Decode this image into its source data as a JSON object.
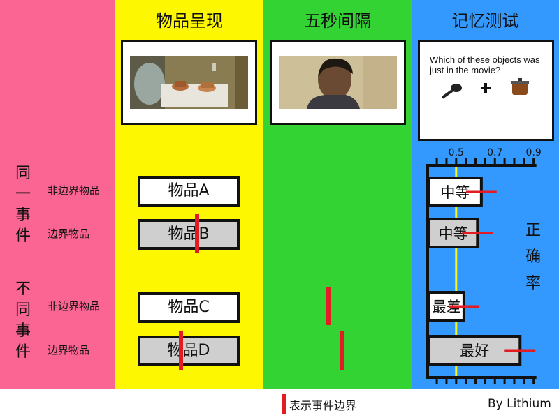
{
  "columns": {
    "presentation": "物品呈现",
    "interval": "五秒间隔",
    "memory_test": "记忆测试"
  },
  "groups": {
    "same_event": "同一事件",
    "different_event": "不同事件"
  },
  "rows": [
    {
      "label": "非边界物品",
      "item": "物品A",
      "accuracy_label": "中等"
    },
    {
      "label": "边界物品",
      "item": "物品B",
      "accuracy_label": "中等"
    },
    {
      "label": "非边界物品",
      "item": "物品C",
      "accuracy_label": "最差"
    },
    {
      "label": "边界物品",
      "item": "物品D",
      "accuracy_label": "最好"
    }
  ],
  "test_screen": {
    "question": "Which of these objects was just in the movie?"
  },
  "axis_label": "正确率",
  "chart_data": {
    "type": "bar",
    "orientation": "horizontal",
    "categories": [
      "物品A",
      "物品B",
      "物品C",
      "物品D"
    ],
    "values": [
      0.63,
      0.61,
      0.54,
      0.83
    ],
    "bar_labels": [
      "中等",
      "中等",
      "最差",
      "最好"
    ],
    "tick_labels": [
      "0.5",
      "0.7",
      "0.9"
    ],
    "xlim": [
      0.36,
      0.93
    ],
    "reference_line": 0.5
  },
  "legend": {
    "text": "表示事件边界"
  },
  "credit": "By Lithium",
  "colors": {
    "pink": "#fa6593",
    "yellow": "#fdf701",
    "green": "#32d332",
    "blue": "#3399ff",
    "red": "#e31b23",
    "bar_white": "#ffffff",
    "bar_gray": "#cfcfcf"
  }
}
